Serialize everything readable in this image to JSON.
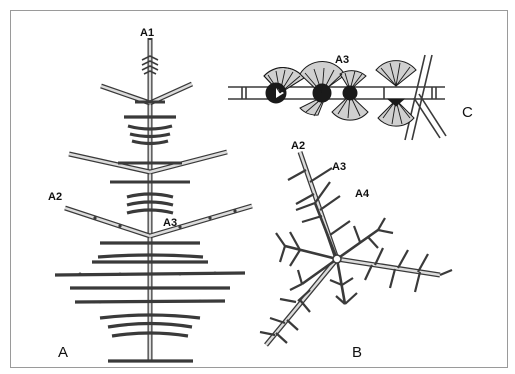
{
  "figure": {
    "panels": [
      {
        "id": "A",
        "label": "A"
      },
      {
        "id": "B",
        "label": "B"
      },
      {
        "id": "C",
        "label": "C"
      }
    ],
    "annotations": {
      "a1": "A1",
      "a2_left": "A2",
      "a3_stem": "A3",
      "a2_star": "A2",
      "a3_star": "A3",
      "a4_star": "A4",
      "a3_c": "A3"
    },
    "colors": {
      "stroke": "#3a3a3a",
      "fill_light": "#d9d9d9",
      "fill_dark": "#1a1a1a",
      "frame": "#808080"
    }
  }
}
